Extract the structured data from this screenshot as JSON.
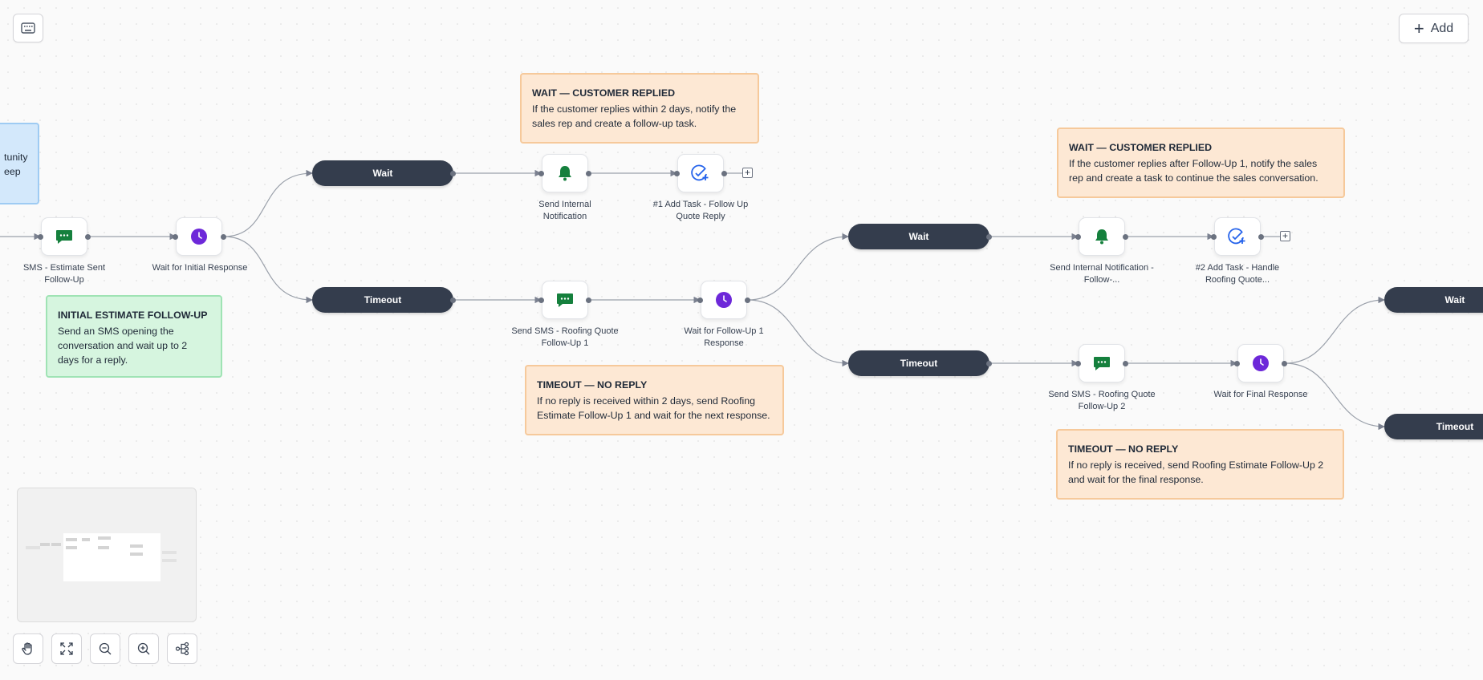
{
  "toolbar": {
    "add_label": "Add"
  },
  "pills": {
    "wait_1": "Wait",
    "timeout_1": "Timeout",
    "wait_2": "Wait",
    "timeout_2": "Timeout",
    "wait_3": "Wait",
    "timeout_3": "Timeout"
  },
  "nodes": {
    "sms_estimate": "SMS - Estimate Sent Follow-Up",
    "wait_initial": "Wait for Initial Response",
    "notify_1": "Send Internal Notification",
    "task_1": "#1 Add Task - Follow Up Quote Reply",
    "sms_followup_1": "Send SMS - Roofing Quote Follow-Up 1",
    "wait_followup_1": "Wait for Follow-Up 1 Response",
    "notify_2": "Send Internal Notification - Follow-...",
    "task_2": "#2 Add Task - Handle Roofing Quote...",
    "sms_followup_2": "Send SMS - Roofing Quote Follow-Up 2",
    "wait_final": "Wait for Final Response"
  },
  "notes": {
    "partial_blue": {
      "line1": "tunity",
      "line2": "eep"
    },
    "initial": {
      "title": "INITIAL ESTIMATE FOLLOW-UP",
      "body": "Send an SMS opening the conversation and wait up to 2 days for a reply."
    },
    "replied_1": {
      "title": "WAIT — CUSTOMER REPLIED",
      "body": "If the customer replies within 2 days, notify the sales rep and create a follow-up task."
    },
    "timeout_1": {
      "title": "TIMEOUT — NO REPLY",
      "body": "If no reply is received within 2 days, send Roofing Estimate Follow-Up 1 and wait for the next response."
    },
    "replied_2": {
      "title": "WAIT — CUSTOMER REPLIED",
      "body": "If the customer replies after Follow-Up 1, notify the sales rep and create a task to continue the sales conversation."
    },
    "timeout_2": {
      "title": "TIMEOUT — NO REPLY",
      "body": "If no reply is received, send Roofing Estimate Follow-Up 2 and wait for the final response."
    }
  },
  "icons": {
    "sms": "message-icon",
    "wait": "clock-icon",
    "notify": "bell-icon",
    "task": "task-check-icon",
    "keyboard": "keyboard-icon",
    "pan": "hand-icon",
    "fit": "fit-view-icon",
    "zoom_out": "zoom-out-icon",
    "zoom_in": "zoom-in-icon",
    "layout": "auto-layout-icon"
  },
  "colors": {
    "pill": "#343d4d",
    "sms_green": "#15803d",
    "wait_purple": "#6d28d9",
    "task_blue": "#2563eb",
    "note_orange": "#fde8d4",
    "note_green": "#d6f5df",
    "note_blue": "#d3e8fb"
  }
}
